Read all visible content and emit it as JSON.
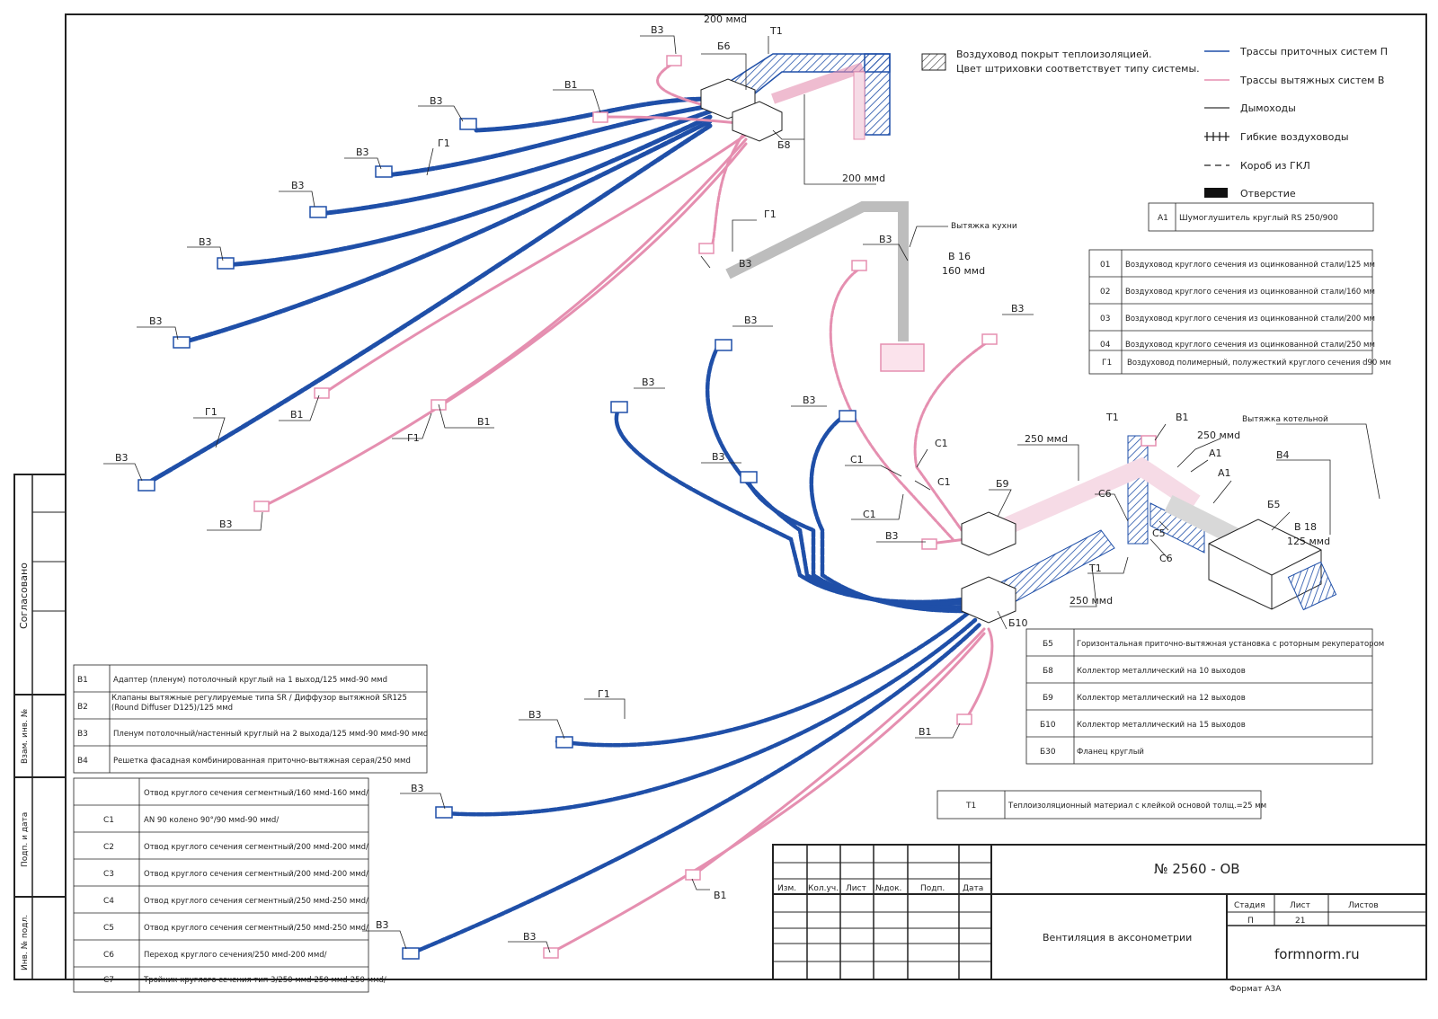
{
  "note": {
    "line1": "Воздуховод покрыт теплоизоляцией.",
    "line2": "Цвет штриховки соответствует типу системы."
  },
  "legend": [
    {
      "text": "Трассы приточных систем П"
    },
    {
      "text": "Трассы вытяжных систем В"
    },
    {
      "text": "Дымоходы"
    },
    {
      "text": "Гибкие воздуховоды"
    },
    {
      "text": "Короб из ГКЛ"
    },
    {
      "text": "Отверстие"
    }
  ],
  "colors": {
    "supply": "#1f4fa8",
    "exhaust": "#e58fb0",
    "grey": "#9a9a9a",
    "line": "#222222"
  },
  "spec_a": [
    {
      "code": "A1",
      "desc": "Шумоглушитель круглый RS 250/900"
    }
  ],
  "spec_ducts": [
    {
      "code": "01",
      "desc": "Воздуховод круглого сечения из оцинкованной стали/125 мм"
    },
    {
      "code": "02",
      "desc": "Воздуховод круглого сечения из оцинкованной стали/160 мм"
    },
    {
      "code": "03",
      "desc": "Воздуховод круглого сечения из оцинкованной стали/200 мм"
    },
    {
      "code": "04",
      "desc": "Воздуховод круглого сечения из оцинкованной стали/250 мм"
    },
    {
      "code": "Г1",
      "desc": "Воздуховод полимерный, полужесткий круглого сечения d90 мм"
    }
  ],
  "spec_units": [
    {
      "code": "Б5",
      "desc": "Горизонтальная приточно-вытяжная установка с роторным рекуператором"
    },
    {
      "code": "Б8",
      "desc": "Коллектор металлический на 10 выходов"
    },
    {
      "code": "Б9",
      "desc": "Коллектор металлический на 12 выходов"
    },
    {
      "code": "Б10",
      "desc": "Коллектор металлический на 15 выходов"
    },
    {
      "code": "Б30",
      "desc": "Фланец круглый"
    }
  ],
  "spec_t": [
    {
      "code": "Т1",
      "desc": "Теплоизоляционный материал с клейкой основой толщ.=25 мм"
    }
  ],
  "spec_b": [
    {
      "code": "В1",
      "desc": "Адаптер (пленум) потолочный круглый на 1 выход/125 ммd-90 ммd"
    },
    {
      "code": "В2",
      "desc": "Клапаны вытяжные регулируемые типа SR / Диффузор вытяжной SR125 (Round Diffuser D125)/125 ммd"
    },
    {
      "code": "В3",
      "desc": "Пленум потолочный/настенный круглый на 2 выхода/125 ммd-90 ммd-90 ммd"
    },
    {
      "code": "В4",
      "desc": "Решетка фасадная комбинированная приточно-вытяжная серая/250 ммd"
    }
  ],
  "spec_c": [
    {
      "code": "",
      "desc": "Отвод круглого сечения сегментный/160 ммd-160 ммd/"
    },
    {
      "code": "С1",
      "desc": "AN 90 колено 90°/90 ммd-90 ммd/"
    },
    {
      "code": "С2",
      "desc": "Отвод круглого сечения сегментный/200 ммd-200 ммd/"
    },
    {
      "code": "С3",
      "desc": "Отвод круглого сечения сегментный/200 ммd-200 ммd/"
    },
    {
      "code": "С4",
      "desc": "Отвод круглого сечения сегментный/250 ммd-250 ммd/"
    },
    {
      "code": "С5",
      "desc": "Отвод круглого сечения сегментный/250 ммd-250 ммd/"
    },
    {
      "code": "С6",
      "desc": "Переход круглого сечения/250 ммd-200 ммd/"
    },
    {
      "code": "С7",
      "desc": "Тройник круглого сечения тип 3/250 ммd-250 ммd-250 ммd/"
    }
  ],
  "side_stamp": [
    "Согласовано",
    "Взам. инв. №",
    "Подп. и дата",
    "Инв. № подл."
  ],
  "title_block": {
    "doc_number": "№ 2560 - ОВ",
    "cols": [
      "Изм.",
      "Кол.уч.",
      "Лист",
      "№док.",
      "Подп.",
      "Дата"
    ],
    "title": "Вентиляция в аксонометрии",
    "stage_h": "Стадия",
    "sheet_h": "Лист",
    "sheets_h": "Листов",
    "stage": "П",
    "sheet": "21",
    "sheets": "",
    "brand": "formnorm.ru",
    "format": "Формат А3А"
  },
  "callouts": {
    "b3": "В3",
    "b1": "В1",
    "g1": "Г1",
    "b6": "Б6",
    "b8": "Б8",
    "b9": "Б9",
    "b10": "Б10",
    "b5": "Б5",
    "b4": "В4",
    "t1": "Т1",
    "a1": "А1",
    "c1": "С1",
    "c5": "С5",
    "c6": "С6",
    "d200": "200 ммd",
    "d250": "250 ммd",
    "d125": "125 ммd",
    "d160": "160 ммd",
    "v16": "В 16",
    "v18": "В 18",
    "kitchen": "Вытяжка кухни",
    "boiler": "Вытяжка котельной"
  }
}
